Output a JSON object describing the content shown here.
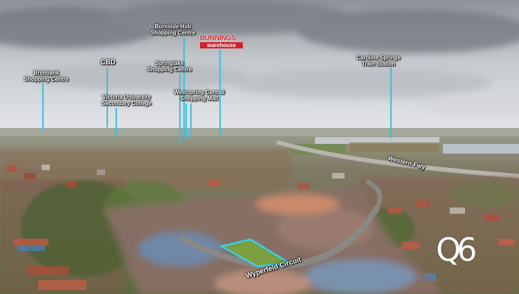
{
  "labels": {
    "brimbank": "Brimbank\nShopping Centre",
    "cbd": "CBD",
    "victoria_uni": "Victoria University\nSecondary College",
    "burnside": "Burnside Hub\nShopping Centre",
    "springlake": "Springlake\nShopping Centre",
    "westspring": "Westspring Central\nShopping Mall",
    "caroline": "Caroline Springs\nTrain Station"
  },
  "roads": {
    "western_fwy": "Western Fwy",
    "wyperfeld": "Wyperfeld Circuit"
  },
  "brand": {
    "name": "BUNNINGS",
    "sub": "warehouse"
  },
  "watermark": "Q6",
  "colors": {
    "pin": "#3cc4e6",
    "highlight": "#2fd3f0",
    "bunnings_red": "#d4202a"
  }
}
